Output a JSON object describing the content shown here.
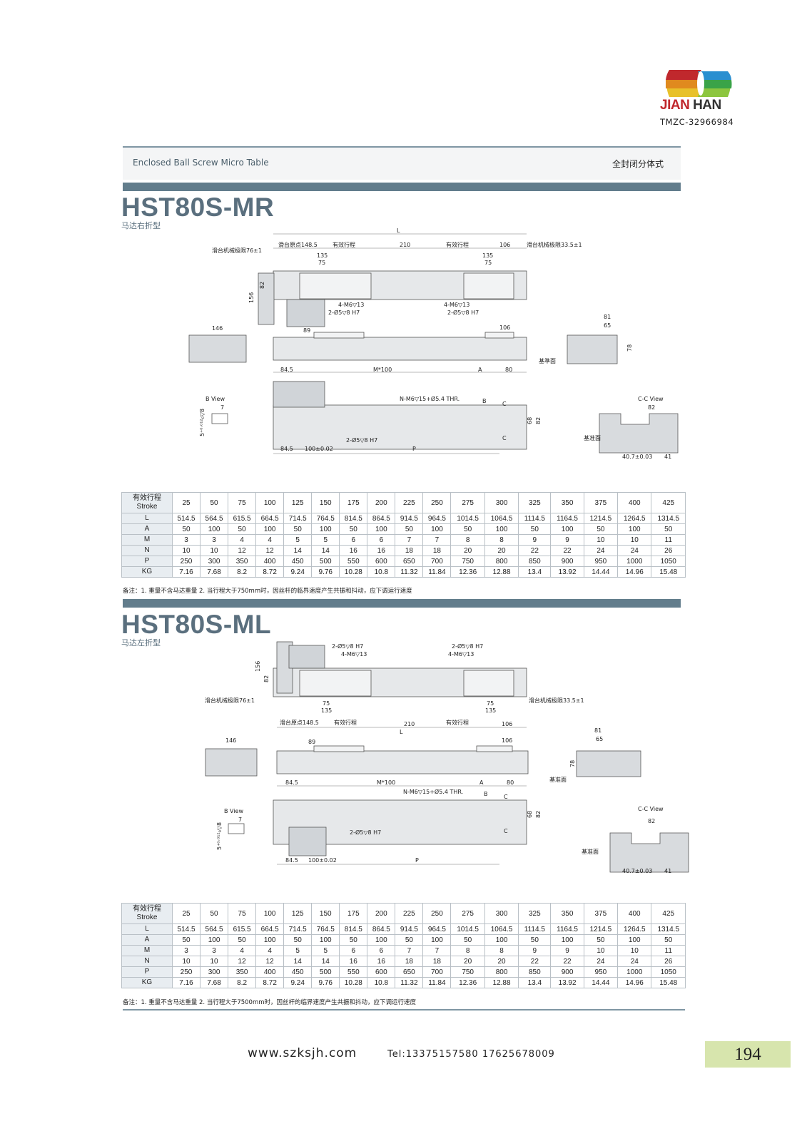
{
  "logo": {
    "brand_left": "JIAN",
    "brand_right": "HAN",
    "code": "TMZC-32966984",
    "colors": {
      "red": "#c0282d",
      "orange": "#e08a1e",
      "yellow": "#e8c12a",
      "blue": "#2a8fd0",
      "green": "#3aa348",
      "lime": "#8cc63f"
    }
  },
  "header": {
    "title_en": "Enclosed Ball Screw Micro Table",
    "title_cn": "全封闭分体式"
  },
  "accent": "#627d8c",
  "sections": [
    {
      "model": "HST80S-MR",
      "subtitle": "马达右折型",
      "labels": {
        "L": "L",
        "origin": "滑台原点148.5",
        "stroke1": "有效行程",
        "d210": "210",
        "stroke2": "有效行程",
        "d106": "106",
        "limit_right": "滑台机械极限33.5±1",
        "limit_left": "滑台机械极限76±1",
        "d135a": "135",
        "d75a": "75",
        "d135b": "135",
        "d75b": "75",
        "d82": "82",
        "d156": "156",
        "m6a": "4-M6▽13",
        "pin_a": "2-Ø5▽8 H7",
        "m6b": "4-M6▽13",
        "pin_b": "2-Ø5▽8 H7",
        "d146": "146",
        "d89": "89",
        "d106b": "106",
        "d81": "81",
        "d65": "65",
        "d78": "78",
        "datum": "基準面",
        "d845": "84.5",
        "m100": "M*100",
        "A": "A",
        "d80": "80",
        "bview": "B View",
        "tol": "5⁺⁰·⁰¹²₀▽8",
        "d7": "7",
        "nthr": "N-M6▽15+Ø5.4 THR.",
        "B": "B",
        "C1": "C",
        "C2": "C",
        "d68": "68",
        "d82b": "82",
        "pin_c": "2-Ø5▽8 H7",
        "d845b": "84.5",
        "d100": "100±0.02",
        "P": "P",
        "ccview": "C-C View",
        "d82c": "82",
        "datum2": "基准面",
        "d407": "40.7±0.03",
        "d41": "41"
      },
      "table": {
        "header_cn": "有效行程",
        "header_en": "Stroke",
        "strokes": [
          "25",
          "50",
          "75",
          "100",
          "125",
          "150",
          "175",
          "200",
          "225",
          "250",
          "275",
          "300",
          "325",
          "350",
          "375",
          "400",
          "425"
        ],
        "rows": [
          {
            "label": "L",
            "values": [
              "514.5",
              "564.5",
              "615.5",
              "664.5",
              "714.5",
              "764.5",
              "814.5",
              "864.5",
              "914.5",
              "964.5",
              "1014.5",
              "1064.5",
              "1114.5",
              "1164.5",
              "1214.5",
              "1264.5",
              "1314.5"
            ]
          },
          {
            "label": "A",
            "values": [
              "50",
              "100",
              "50",
              "100",
              "50",
              "100",
              "50",
              "100",
              "50",
              "100",
              "50",
              "100",
              "50",
              "100",
              "50",
              "100",
              "50"
            ]
          },
          {
            "label": "M",
            "values": [
              "3",
              "3",
              "4",
              "4",
              "5",
              "5",
              "6",
              "6",
              "7",
              "7",
              "8",
              "8",
              "9",
              "9",
              "10",
              "10",
              "11"
            ]
          },
          {
            "label": "N",
            "values": [
              "10",
              "10",
              "12",
              "12",
              "14",
              "14",
              "16",
              "16",
              "18",
              "18",
              "20",
              "20",
              "22",
              "22",
              "24",
              "24",
              "26"
            ]
          },
          {
            "label": "P",
            "values": [
              "250",
              "300",
              "350",
              "400",
              "450",
              "500",
              "550",
              "600",
              "650",
              "700",
              "750",
              "800",
              "850",
              "900",
              "950",
              "1000",
              "1050"
            ]
          },
          {
            "label": "KG",
            "values": [
              "7.16",
              "7.68",
              "8.2",
              "8.72",
              "9.24",
              "9.76",
              "10.28",
              "10.8",
              "11.32",
              "11.84",
              "12.36",
              "12.88",
              "13.4",
              "13.92",
              "14.44",
              "14.96",
              "15.48"
            ]
          }
        ]
      },
      "note": "备注：1. 重量不含马达重量  2. 当行程大于750mm时，因丝杆的临界速度产生共振和抖动，应下调运行速度"
    },
    {
      "model": "HST80S-ML",
      "subtitle": "马达左折型",
      "labels": {
        "pin_a": "2-Ø5▽8 H7",
        "m6a": "4-M6▽13",
        "pin_b": "2-Ø5▽8 H7",
        "m6b": "4-M6▽13",
        "d156": "156",
        "d82": "82",
        "limit_left": "滑台机械极限76±1",
        "limit_right": "滑台机械极限33.5±1",
        "d75a": "75",
        "d135a": "135",
        "d75b": "75",
        "d135b": "135",
        "origin": "滑台原点148.5",
        "stroke1": "有效行程",
        "d210": "210",
        "stroke2": "有效行程",
        "d106": "106",
        "L": "L",
        "d146": "146",
        "d89": "89",
        "d106b": "106",
        "d81": "81",
        "d65": "65",
        "d78": "78",
        "datum": "基准面",
        "d845": "84.5",
        "m100": "M*100",
        "A": "A",
        "d80": "80",
        "nthr": "N-M6▽15+Ø5.4 THR.",
        "B": "B",
        "C1": "C",
        "C2": "C",
        "bview": "B View",
        "tol": "5⁺⁰·⁰¹²₀▽8",
        "d7": "7",
        "d68": "68",
        "d82b": "82",
        "pin_c": "2-Ø5▽8 H7",
        "ccview": "C-C View",
        "d82c": "82",
        "datum2": "基准面",
        "d845b": "84.5",
        "d100": "100±0.02",
        "P": "P",
        "d407": "40.7±0.03",
        "d41": "41"
      },
      "table": {
        "header_cn": "有效行程",
        "header_en": "Stroke",
        "strokes": [
          "25",
          "50",
          "75",
          "100",
          "125",
          "150",
          "175",
          "200",
          "225",
          "250",
          "275",
          "300",
          "325",
          "350",
          "375",
          "400",
          "425"
        ],
        "rows": [
          {
            "label": "L",
            "values": [
              "514.5",
              "564.5",
              "615.5",
              "664.5",
              "714.5",
              "764.5",
              "814.5",
              "864.5",
              "914.5",
              "964.5",
              "1014.5",
              "1064.5",
              "1114.5",
              "1164.5",
              "1214.5",
              "1264.5",
              "1314.5"
            ]
          },
          {
            "label": "A",
            "values": [
              "50",
              "100",
              "50",
              "100",
              "50",
              "100",
              "50",
              "100",
              "50",
              "100",
              "50",
              "100",
              "50",
              "100",
              "50",
              "100",
              "50"
            ]
          },
          {
            "label": "M",
            "values": [
              "3",
              "3",
              "4",
              "4",
              "5",
              "5",
              "6",
              "6",
              "7",
              "7",
              "8",
              "8",
              "9",
              "9",
              "10",
              "10",
              "11"
            ]
          },
          {
            "label": "N",
            "values": [
              "10",
              "10",
              "12",
              "12",
              "14",
              "14",
              "16",
              "16",
              "18",
              "18",
              "20",
              "20",
              "22",
              "22",
              "24",
              "24",
              "26"
            ]
          },
          {
            "label": "P",
            "values": [
              "250",
              "300",
              "350",
              "400",
              "450",
              "500",
              "550",
              "600",
              "650",
              "700",
              "750",
              "800",
              "850",
              "900",
              "950",
              "1000",
              "1050"
            ]
          },
          {
            "label": "KG",
            "values": [
              "7.16",
              "7.68",
              "8.2",
              "8.72",
              "9.24",
              "9.76",
              "10.28",
              "10.8",
              "11.32",
              "11.84",
              "12.36",
              "12.88",
              "13.4",
              "13.92",
              "14.44",
              "14.96",
              "15.48"
            ]
          }
        ]
      },
      "note": "备注：1. 重量不含马达重量  2. 当行程大于7500mm时，因丝杆的临界速度产生共振和抖动，应下调运行速度"
    }
  ],
  "footer": {
    "website": "www.szksjh.com",
    "tel": "Tel:13375157580  17625678009",
    "page_number": "194"
  }
}
